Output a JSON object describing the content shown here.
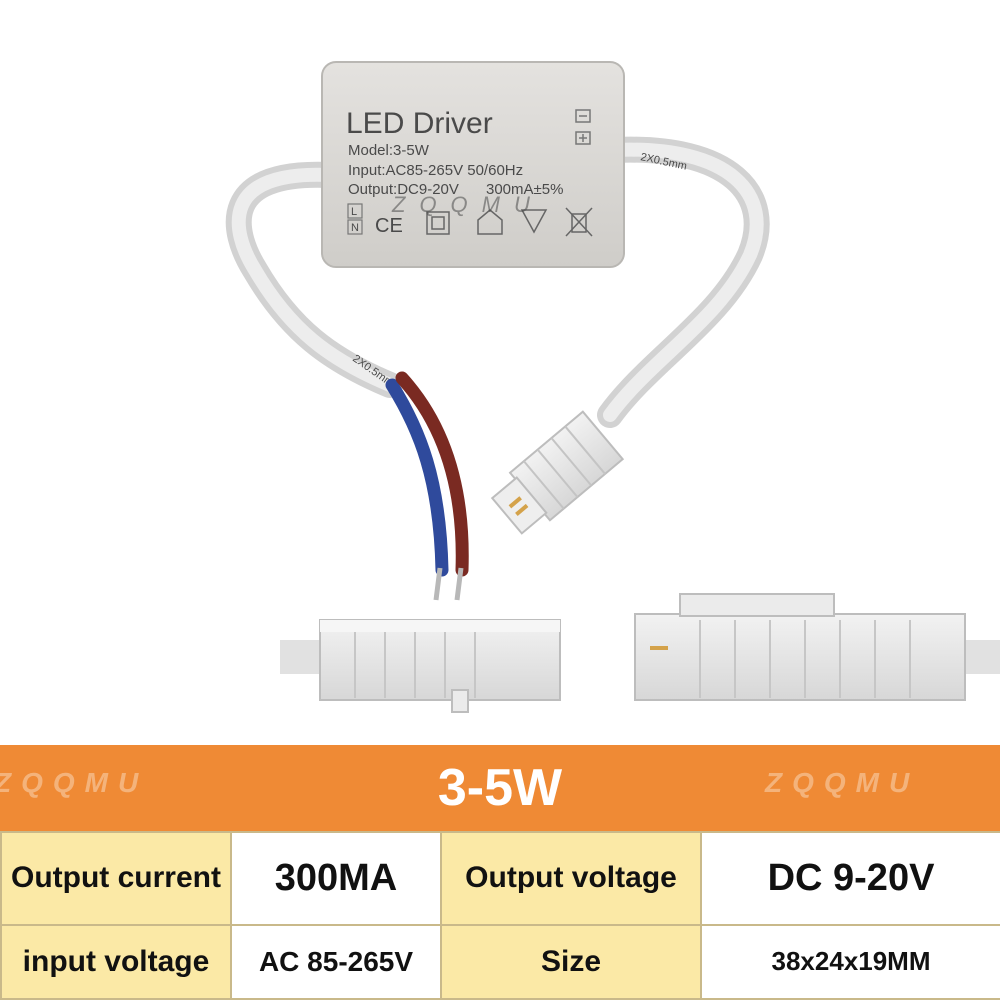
{
  "product": {
    "title": "LED Driver",
    "model": "Model:3-5W",
    "input": "Input:AC85-265V 50/60Hz",
    "output": "Output:DC9-20V",
    "current": "300mA±5%",
    "ce": "CE",
    "terminal_l": "L",
    "terminal_n": "N",
    "cable_print": "2X0.5mm",
    "case_color": "#d8d6d3",
    "wire_blue": "#2f4a9c",
    "wire_brown": "#7a2a22"
  },
  "watermark": "ZQQMU",
  "banner": {
    "title": "3-5W",
    "color": "#ef8a35"
  },
  "specs": [
    [
      {
        "label": "Output current",
        "value": "300MA"
      },
      {
        "label": "Output voltage",
        "value": "DC 9-20V"
      }
    ],
    [
      {
        "label": "input voltage",
        "value": "AC 85-265V"
      },
      {
        "label": "Size",
        "value": "38x24x19MM"
      }
    ]
  ],
  "table_colors": {
    "label_bg": "#fbe9a6",
    "value_bg": "#ffffff"
  }
}
